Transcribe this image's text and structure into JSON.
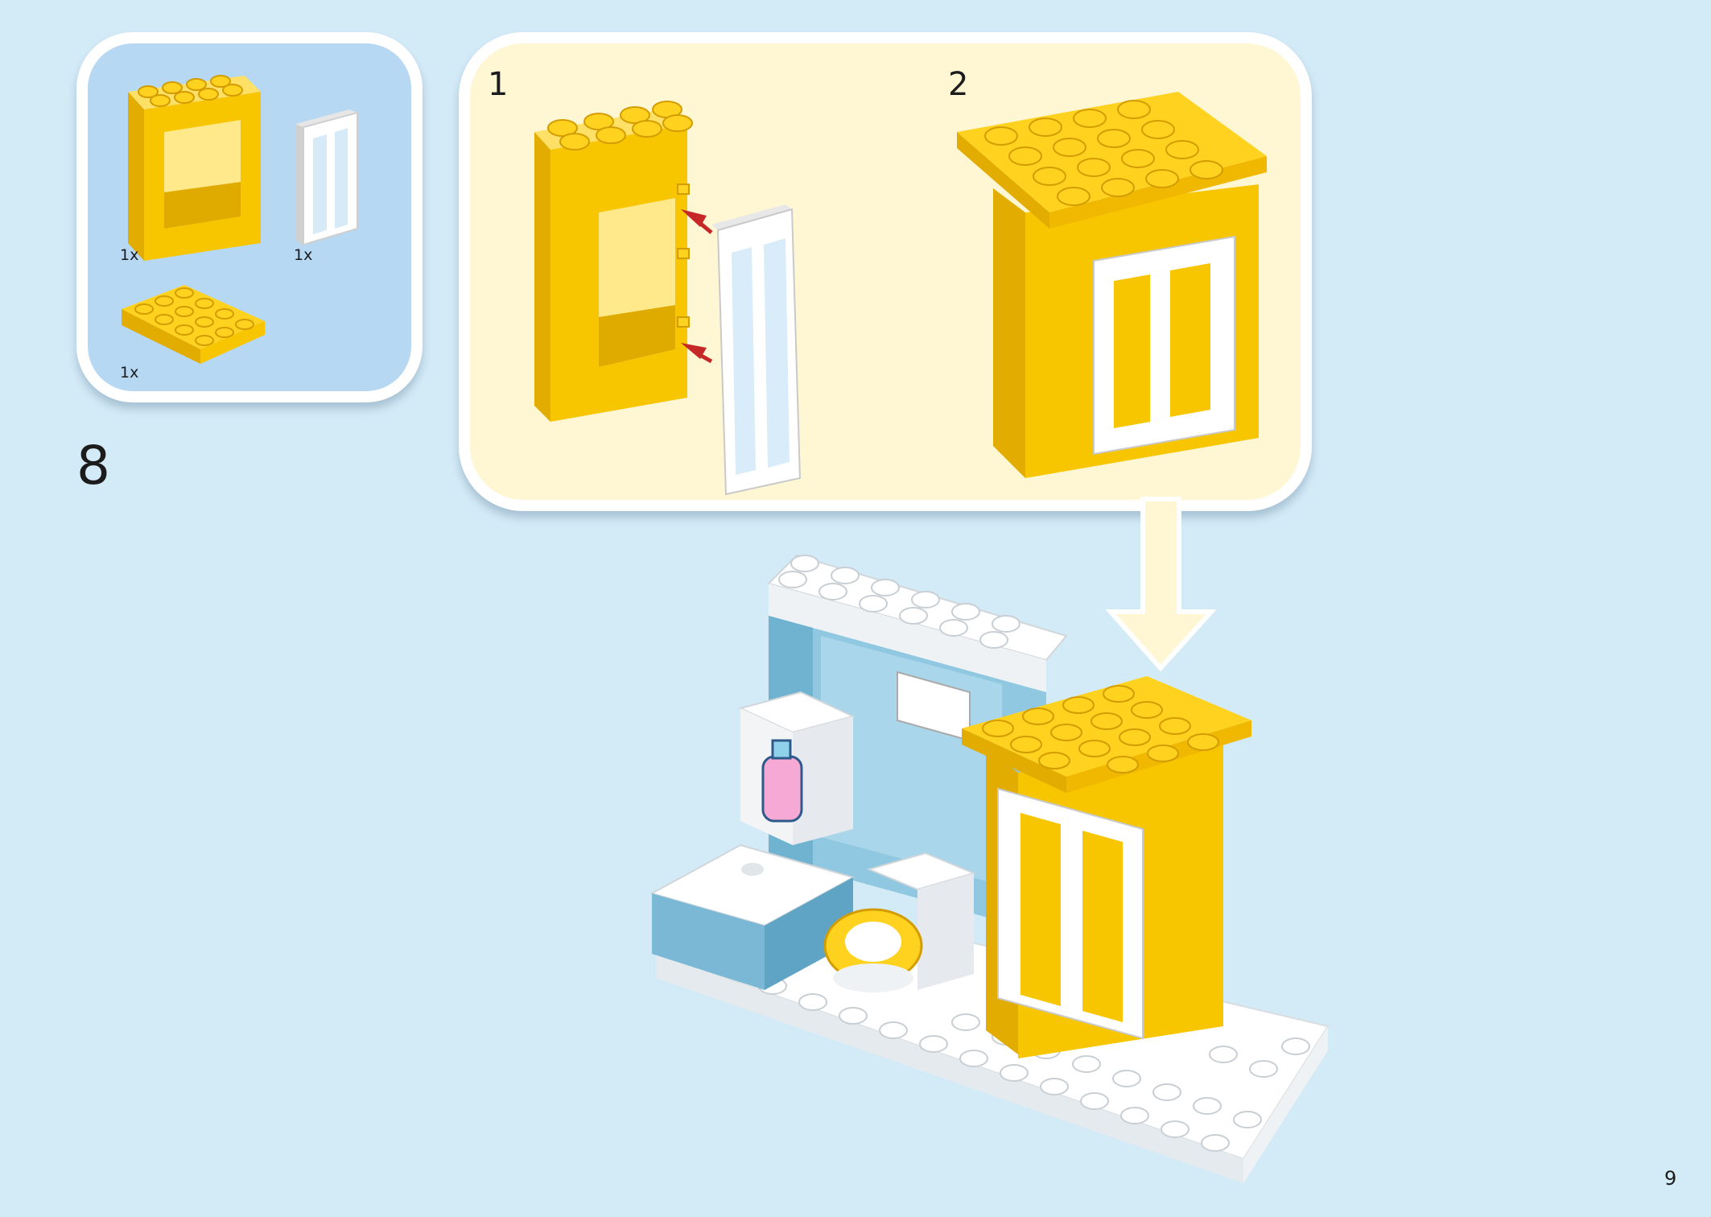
{
  "step": {
    "number": "8"
  },
  "parts_list": [
    {
      "part": "yellow-frame",
      "qty": "1x"
    },
    {
      "part": "white-window",
      "qty": "1x"
    },
    {
      "part": "yellow-plate",
      "qty": "1x"
    }
  ],
  "substeps": [
    {
      "number": "1"
    },
    {
      "number": "2"
    }
  ],
  "page": {
    "number": "9"
  },
  "colors": {
    "background": "#d3eaf7",
    "parts_panel": "#b6d8f3",
    "step_panel": "#fff6d4",
    "brick_yellow": "#f7c600",
    "brick_white": "#ffffff",
    "tile_blue": "#8fc8e0",
    "arrow_red": "#c62828"
  }
}
